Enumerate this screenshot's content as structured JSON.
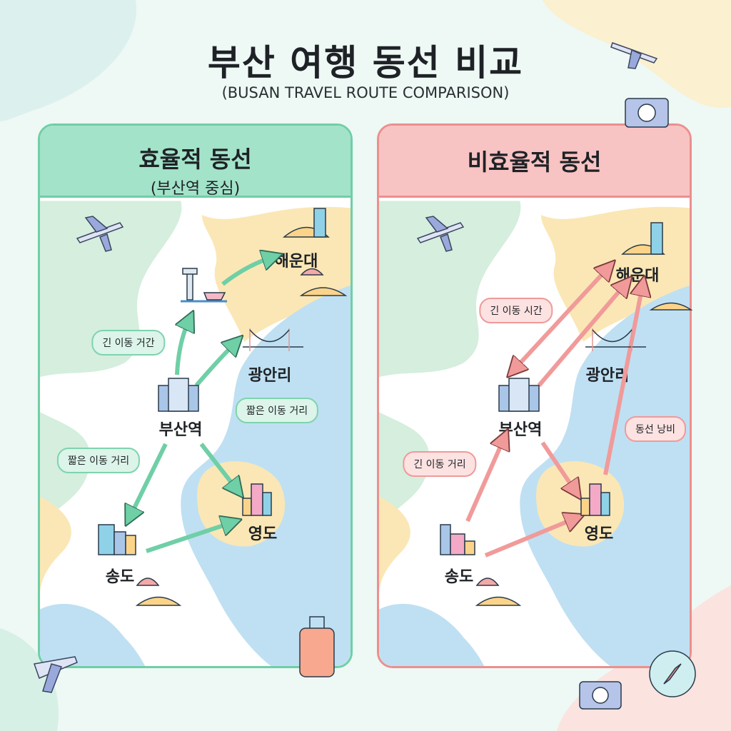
{
  "title": "부산 여행 동선 비교",
  "subtitle": "(BUSAN TRAVEL ROUTE COMPARISON)",
  "colors": {
    "good": "#6fcfa6",
    "bad": "#ec8f8f",
    "sea": "#bfe0f2",
    "sand": "#fbe7b5",
    "land": "#d5eedd"
  },
  "efficient": {
    "title": "효율적 동선",
    "subtitle": "(부산역 중심)",
    "places": {
      "haeundae": "해운대",
      "gwangalli": "광안리",
      "busan_station": "부산역",
      "yeongdo": "영도",
      "songdo": "송도"
    },
    "notes": [
      "긴 이동 거간",
      "짧은 이동 거리",
      "짧은 이동 거리"
    ]
  },
  "inefficient": {
    "title": "비효율적 동선",
    "places": {
      "haeundae": "해운대",
      "gwangalli": "광안리",
      "busan_station": "부산역",
      "yeongdo": "영도",
      "songdo": "송도"
    },
    "notes": [
      "긴 이동 시간",
      "긴 이동 거리",
      "동선 낭비"
    ]
  }
}
